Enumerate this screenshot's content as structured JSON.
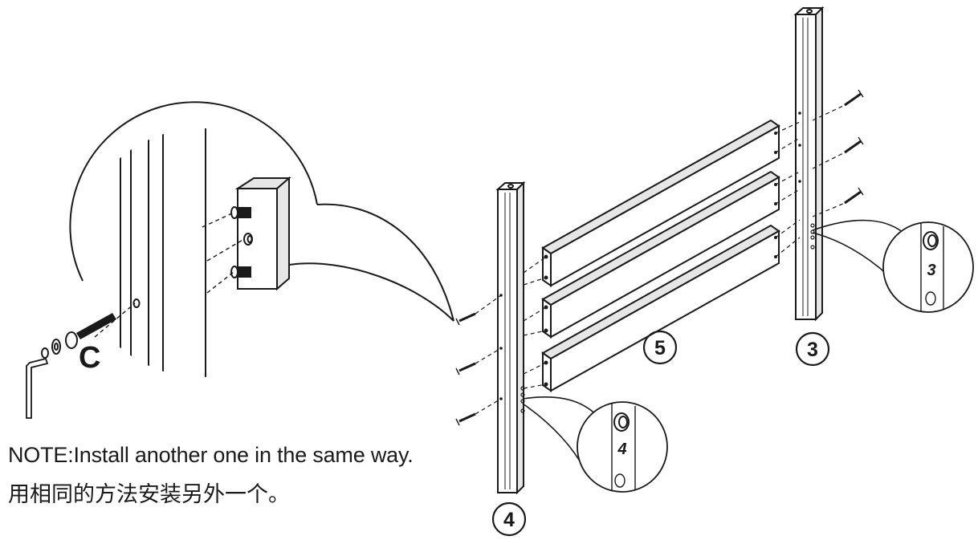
{
  "labels": {
    "hardware_letter": "C",
    "part_post_left": "4",
    "part_post_right": "3",
    "part_rails": "5",
    "zoom_mark_right": "3",
    "zoom_mark_left": "4"
  },
  "note": {
    "english": "NOTE:Install another one in the same way.",
    "chinese": "用相同的方法安装另外一个。"
  },
  "colors": {
    "line": "#1a1a1a",
    "background": "#ffffff",
    "shade": "#e6e6e6"
  }
}
